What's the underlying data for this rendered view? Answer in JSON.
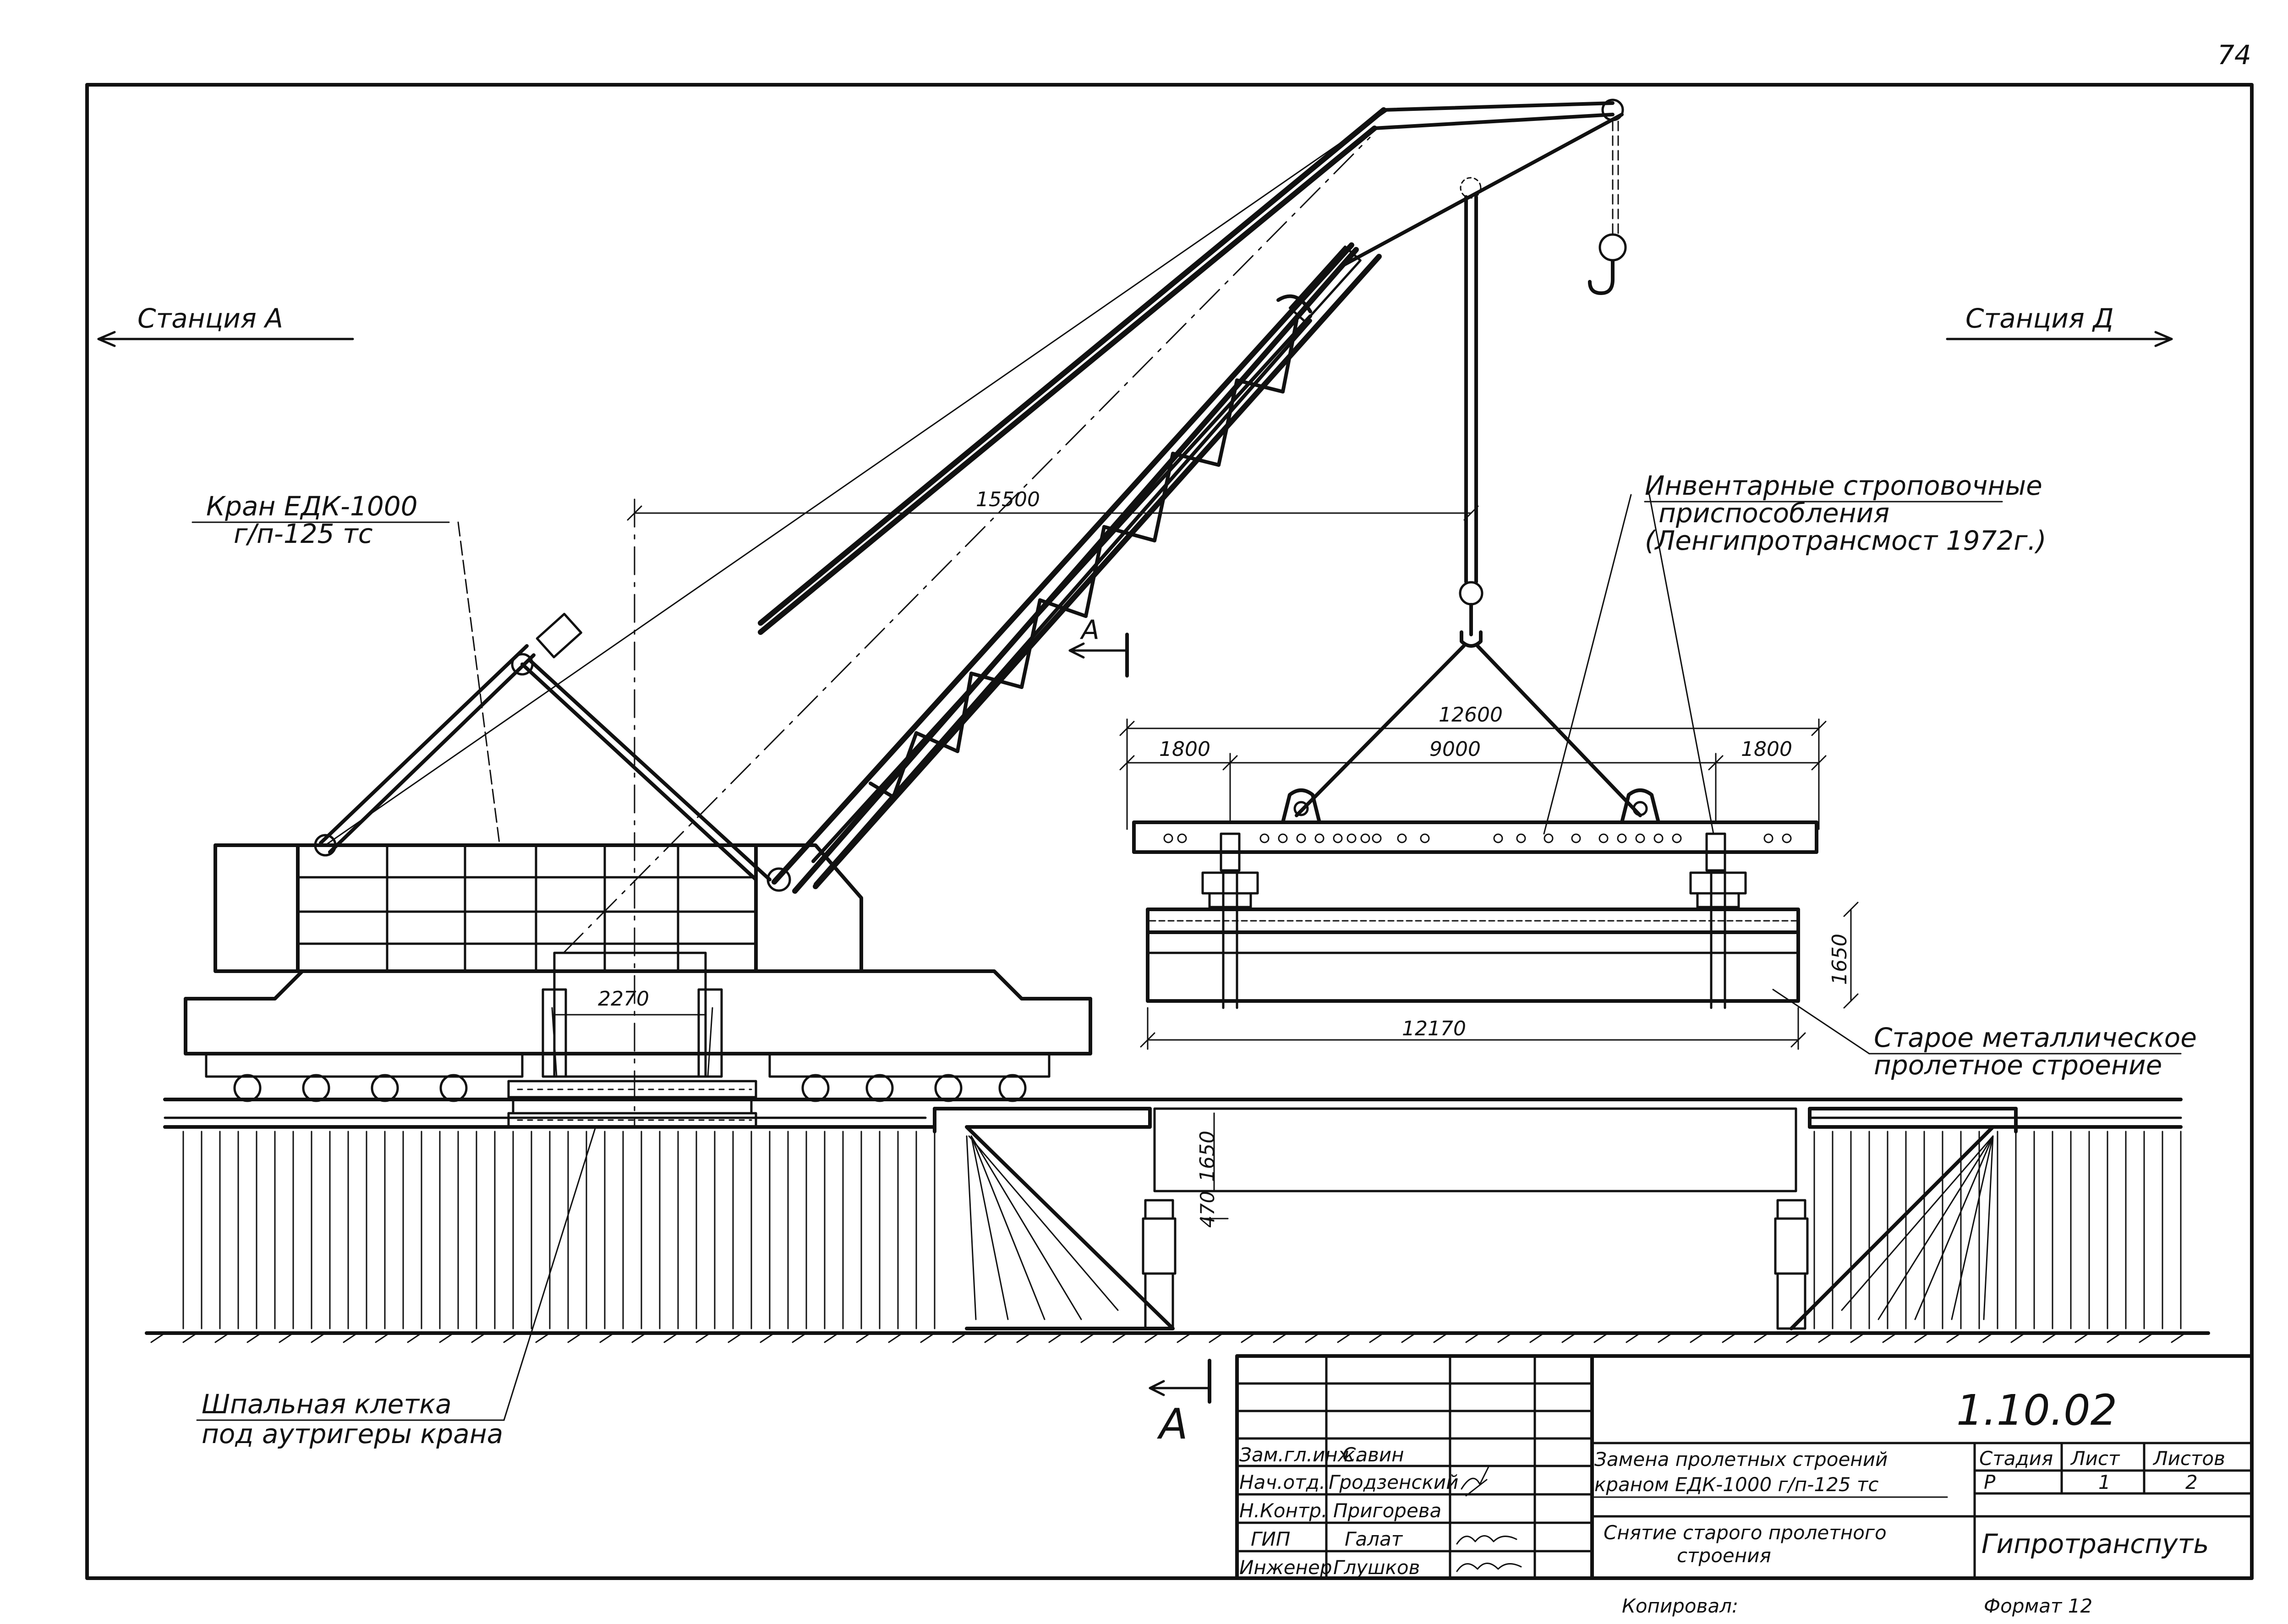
{
  "page_number": "74",
  "stations": {
    "left": "Станция А",
    "right": "Станция Д"
  },
  "crane": {
    "name": "Кран ЕДК-1000",
    "capacity": "г/п-125 тс"
  },
  "rigging": {
    "line1": "Инвентарные строповочные",
    "line2": "приспособления",
    "line3": "(Ленгипротрансмост 1972г.)"
  },
  "old_span": {
    "line1": "Старое металлическое",
    "line2": "пролетное строение"
  },
  "outrigger": {
    "line1": "Шпальная клетка",
    "line2": "под аутригеры крана"
  },
  "dimensions": {
    "reach": "15500",
    "beam_total": "12600",
    "beam_left": "1800",
    "beam_mid": "9000",
    "beam_right": "1800",
    "span_length": "12170",
    "span_height": "1650",
    "support_height": "1650",
    "bearing": "470",
    "outrigger_base": "2270"
  },
  "section": {
    "mark": "А"
  },
  "title_block": {
    "code": "1.10.02",
    "roles": [
      "Зам.гл.инж.",
      "Нач.отд.",
      "Н.Контр.",
      "ГИП",
      "Инженер"
    ],
    "names": [
      "Савин",
      "Гродзенский",
      "Пригорева",
      "Галат",
      "Глушков"
    ],
    "title1_line1": "Замена пролетных строений",
    "title1_line2": "краном ЕДК-1000 г/п-125 тс",
    "title2_line1": "Снятие старого пролетного",
    "title2_line2": "строения",
    "stage_label": "Стадия",
    "sheet_label": "Лист",
    "sheets_label": "Листов",
    "stage": "Р",
    "sheet": "1",
    "sheets": "2",
    "org": "Гипротранспуть"
  },
  "footer": {
    "copied": "Копировал:",
    "format": "Формат 12"
  }
}
